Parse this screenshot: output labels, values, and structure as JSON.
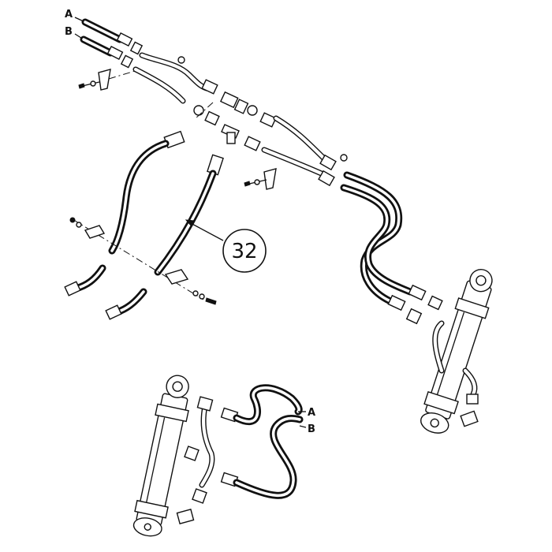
{
  "diagram": {
    "labels": {
      "top_a": "A",
      "top_b": "B",
      "callout": "32",
      "bottom_a": "A",
      "bottom_b": "B"
    }
  }
}
